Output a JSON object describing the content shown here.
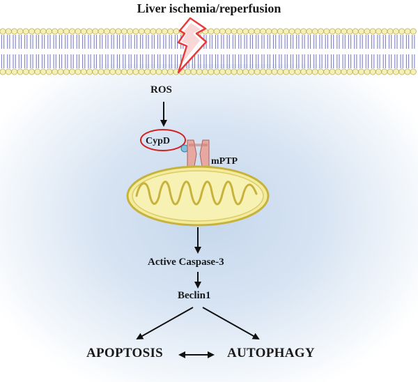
{
  "title": "Liver ischemia/reperfusion",
  "nodes": {
    "ros": "ROS",
    "cypd": "CypD",
    "mptp": "mPTP",
    "caspase": "Active Caspase-3",
    "beclin": "Beclin1",
    "apoptosis": "APOPTOSIS",
    "autophagy": "AUTOPHAGY"
  },
  "colors": {
    "lightning": "#e83a3a",
    "membrane_head": "#f5f0b8",
    "membrane_tail": "#7d7fc8",
    "cypd_circle": "#d42020",
    "mito_fill": "#f3ec9c",
    "mito_stroke": "#c7b23b",
    "cytoplasm": "#c6d7ec"
  }
}
